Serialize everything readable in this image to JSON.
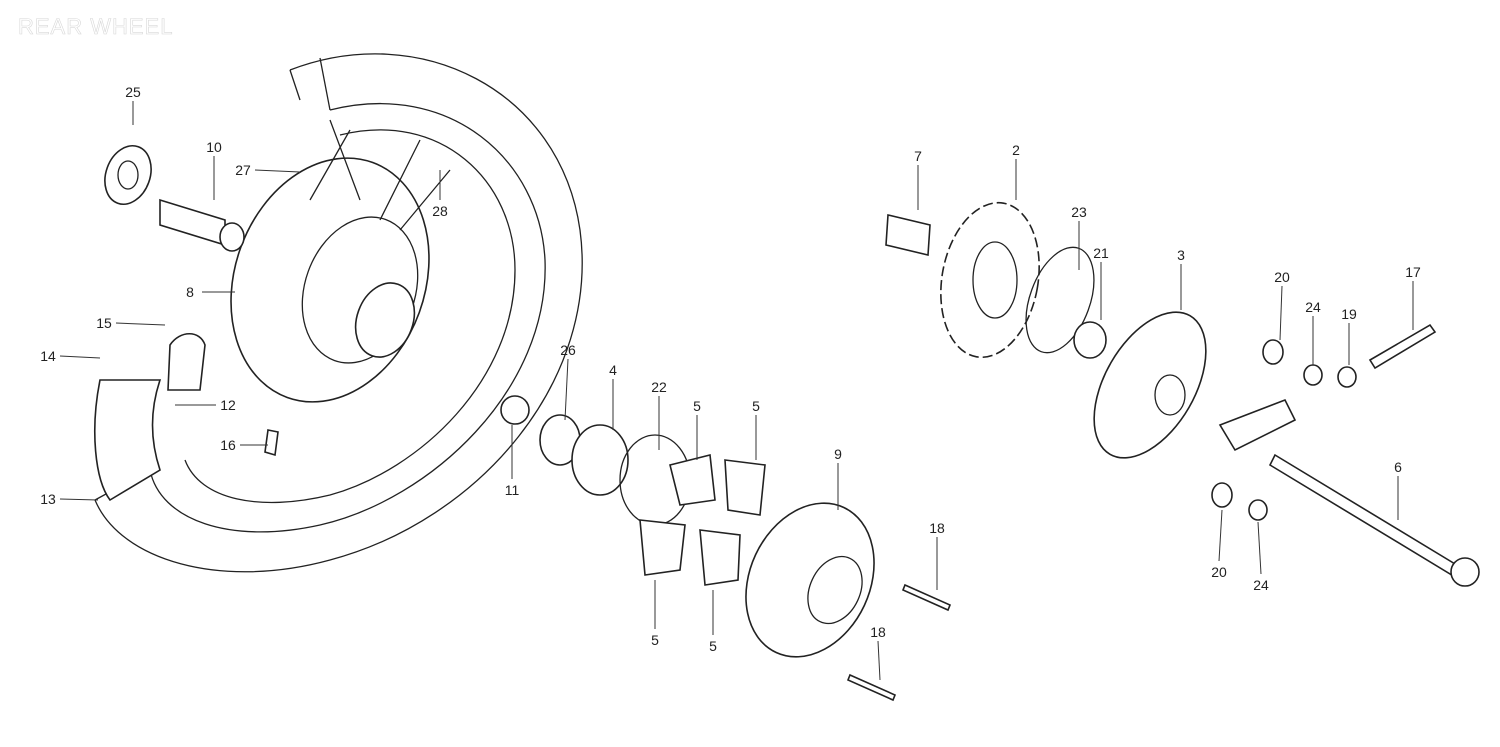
{
  "title": "REAR WHEEL",
  "callouts": [
    "25",
    "10",
    "27",
    "28",
    "8",
    "15",
    "14",
    "12",
    "16",
    "13",
    "26",
    "4",
    "22",
    "5",
    "5",
    "11",
    "9",
    "5",
    "5",
    "18",
    "18",
    "7",
    "2",
    "23",
    "21",
    "3",
    "20",
    "24",
    "19",
    "17",
    "6",
    "20",
    "24"
  ]
}
